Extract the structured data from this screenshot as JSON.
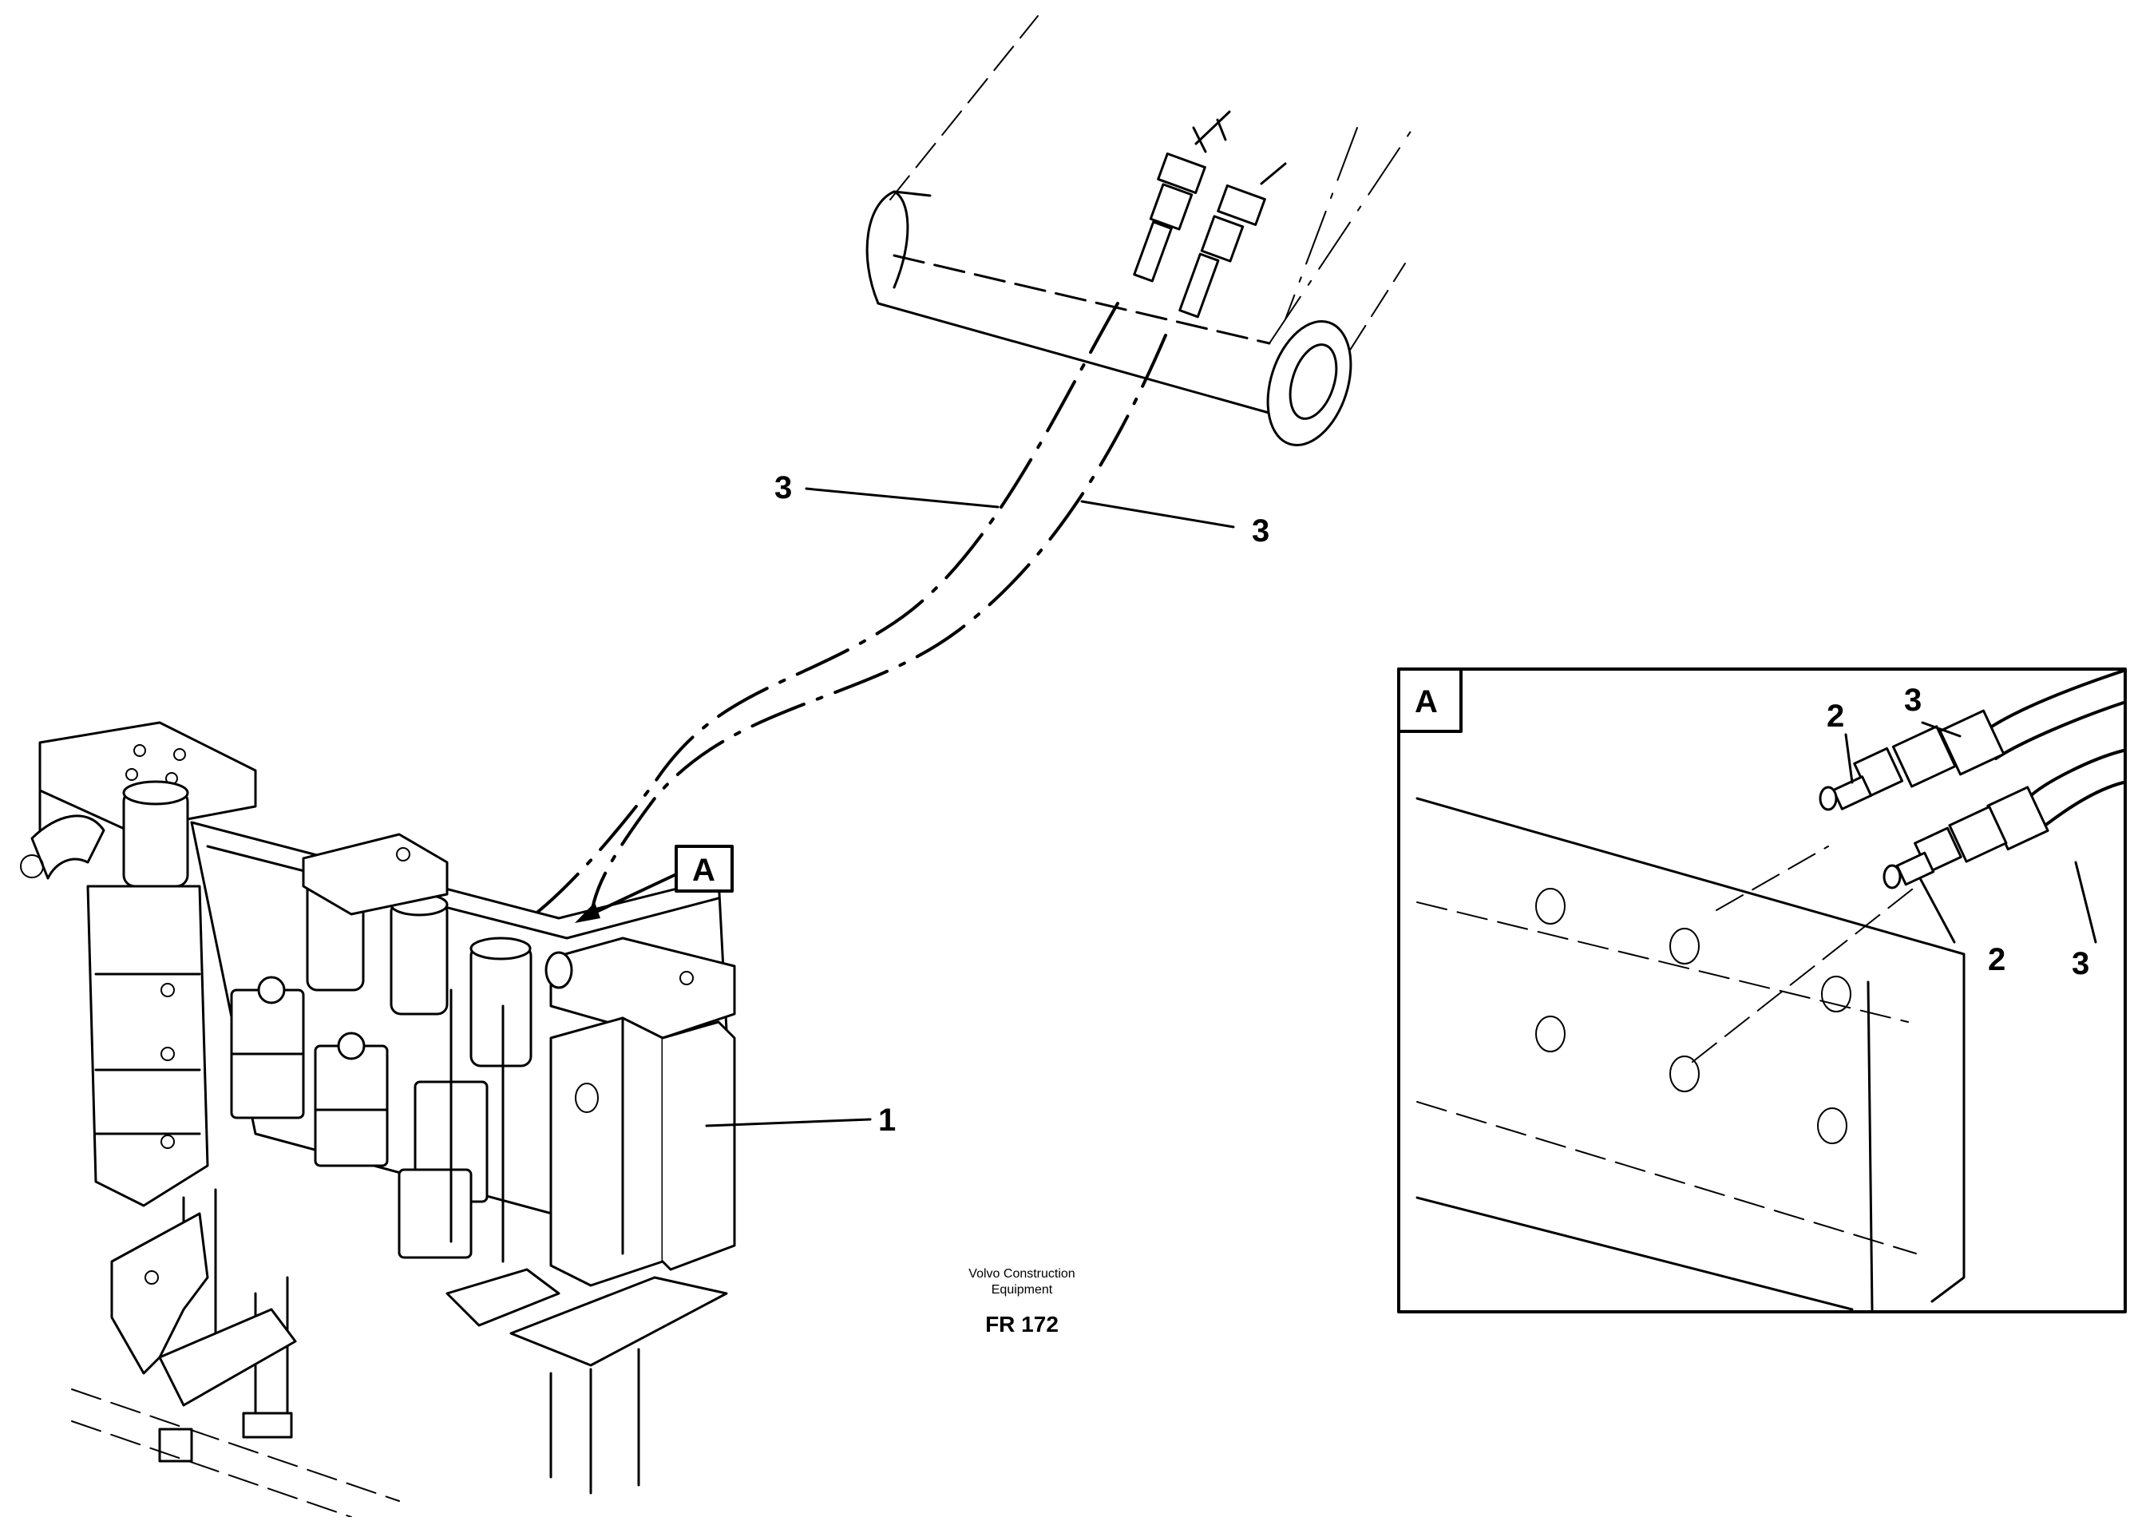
{
  "callouts": {
    "hose_left": "3",
    "hose_right": "3",
    "valve_block": "1",
    "view_marker": "A"
  },
  "detail": {
    "frame_label": "A",
    "hose_upper": "3",
    "hose_lower": "3",
    "nipple_upper": "2",
    "nipple_lower": "2"
  },
  "caption": {
    "company_line1": "Volvo Construction",
    "company_line2": "Equipment",
    "figure_code": "FR 172"
  }
}
